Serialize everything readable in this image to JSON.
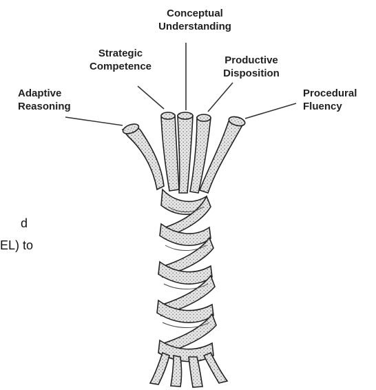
{
  "diagram": {
    "strands": [
      {
        "id": "adaptive",
        "label_lines": [
          "Adaptive",
          "Reasoning"
        ]
      },
      {
        "id": "strategic",
        "label_lines": [
          "Strategic",
          "Competence"
        ]
      },
      {
        "id": "conceptual",
        "label_lines": [
          "Conceptual",
          "Understanding"
        ]
      },
      {
        "id": "productive",
        "label_lines": [
          "Productive",
          "Disposition"
        ]
      },
      {
        "id": "procedural",
        "label_lines": [
          "Procedural",
          "Fluency"
        ]
      }
    ],
    "rope_color": "#cfcfcf",
    "stroke_color": "#222222",
    "clipped_text": [
      "d",
      "EL) to"
    ]
  }
}
